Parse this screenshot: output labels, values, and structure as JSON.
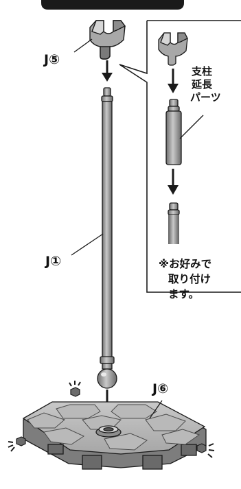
{
  "labels": {
    "holder": "J⑤",
    "pillar": "J①",
    "base": "J⑥"
  },
  "callout": {
    "extension_label_line1": "支柱",
    "extension_label_line2": "延長",
    "extension_label_line3": "パーツ",
    "note_line1": "※お好みで",
    "note_line2": "取り付け",
    "note_line3": "ます。"
  },
  "colors": {
    "part_gray": "#9a9a9a",
    "part_dark": "#5a5a5a",
    "part_light": "#d4d4d4",
    "outline": "#1a1a1a",
    "header_bar": "#1a1a1a"
  }
}
